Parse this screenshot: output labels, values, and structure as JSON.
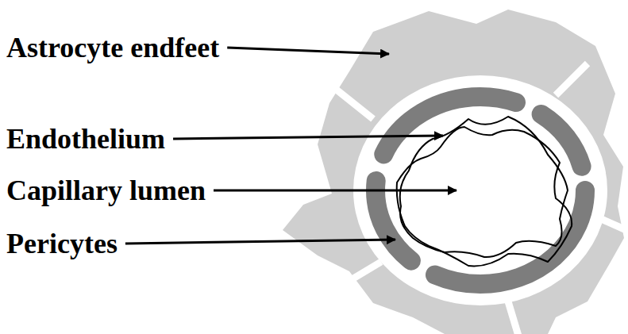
{
  "diagram": {
    "labels": [
      "Astrocyte endfeet",
      "Endothelium",
      "Capillary lumen",
      "Pericytes"
    ]
  }
}
